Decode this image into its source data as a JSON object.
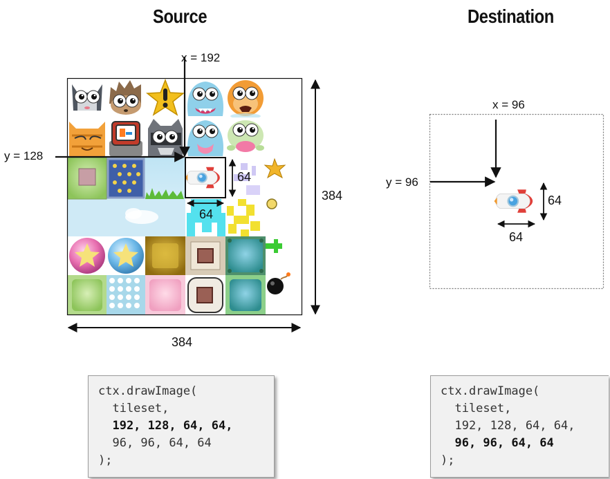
{
  "source": {
    "title": "Source",
    "x_label": "x = 192",
    "y_label": "y = 128",
    "width_label": "384",
    "height_label": "384",
    "tile_w_label": "64",
    "tile_h_label": "64"
  },
  "destination": {
    "title": "Destination",
    "x_label": "x = 96",
    "y_label": "y = 96",
    "tile_w_label": "64",
    "tile_h_label": "64"
  },
  "code_source": {
    "line1": "ctx.drawImage(",
    "line2": "  tileset,",
    "line3": "  192, 128, 64, 64,",
    "line4": "  96, 96, 64, 64",
    "line5": ");"
  },
  "code_destination": {
    "line1": "ctx.drawImage(",
    "line2": "  tileset,",
    "line3": "  192, 128, 64, 64,",
    "line4": "  96, 96, 64, 64",
    "line5": ");"
  },
  "tiles": [
    {
      "name": "cat-gray-sprite-icon"
    },
    {
      "name": "hedgehog-sprite-icon"
    },
    {
      "name": "star-exclamation-icon"
    },
    {
      "name": "blue-monster-sprite-icon"
    },
    {
      "name": "orange-monster-sprite-icon"
    },
    {
      "name": "cat-orange-sprite-icon"
    },
    {
      "name": "robot-sprite-icon"
    },
    {
      "name": "raccoon-sprite-icon"
    },
    {
      "name": "blue-monster-pink-sprite-icon"
    },
    {
      "name": "green-monster-sprite-icon"
    },
    {
      "name": "rocket-sprite-icon"
    },
    {
      "name": "star-burst-icon"
    },
    {
      "name": "bomb-icon"
    }
  ],
  "colors": {
    "sky": "#cfe9f5",
    "grass": "#5dbb3a",
    "pink_ball": "#e86fb0",
    "blue_ball": "#6cb8e8",
    "gold_tile": "#b58a1a",
    "teal_tile": "#3ea6a8",
    "green_tile": "#9ccf6a"
  }
}
